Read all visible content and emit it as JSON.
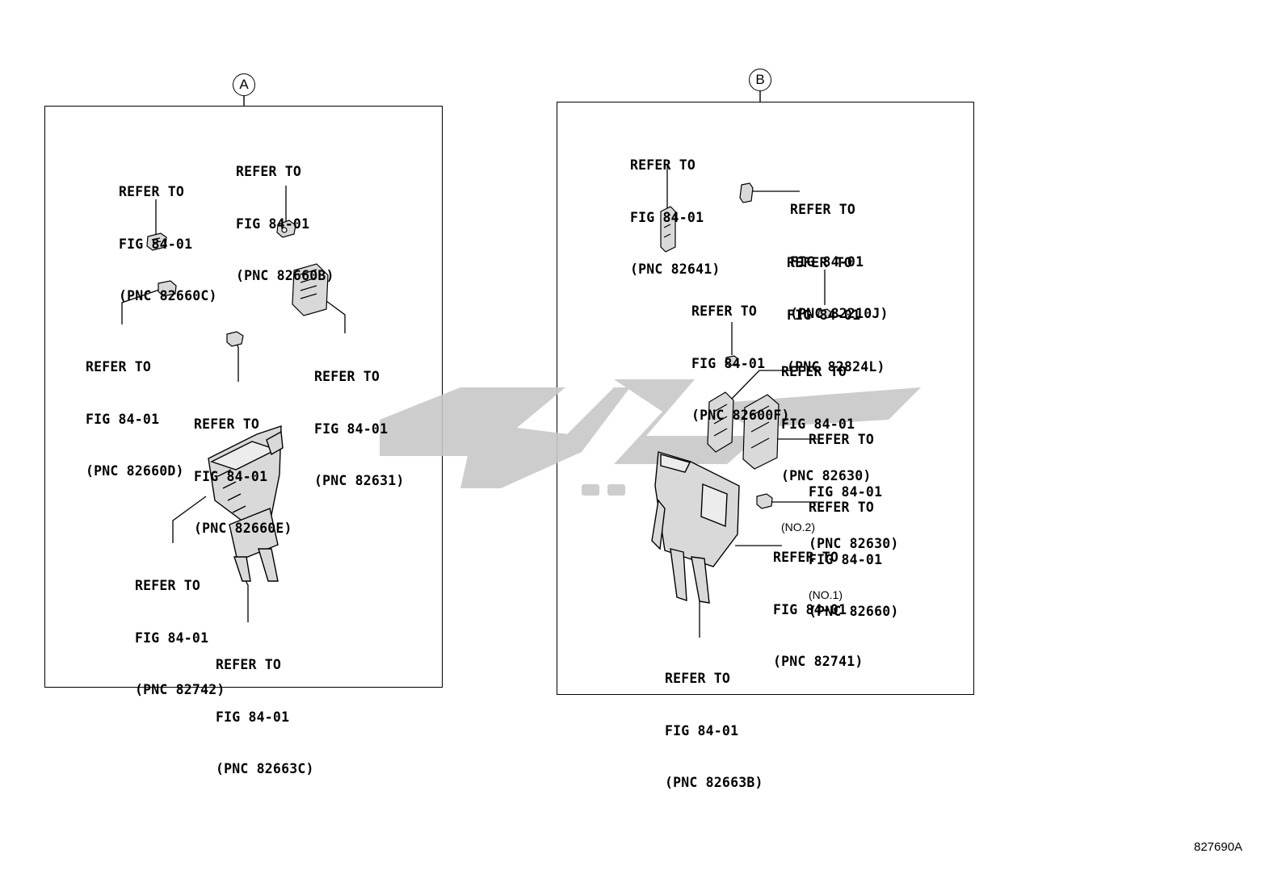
{
  "panels": [
    {
      "id": "A",
      "label": "A"
    },
    {
      "id": "B",
      "label": "B"
    }
  ],
  "callouts": {
    "a_82660c": [
      "REFER TO",
      "FIG 84-01",
      "(PNC 82660C)"
    ],
    "a_82660b": [
      "REFER TO",
      "FIG 84-01",
      "(PNC 82660B)"
    ],
    "a_82660d": [
      "REFER TO",
      "FIG 84-01",
      "(PNC 82660D)"
    ],
    "a_82631": [
      "REFER TO",
      "FIG 84-01",
      "(PNC 82631)"
    ],
    "a_82660e": [
      "REFER TO",
      "FIG 84-01",
      "(PNC 82660E)"
    ],
    "a_82742": [
      "REFER TO",
      "FIG 84-01",
      "(PNC 82742)"
    ],
    "a_82663c": [
      "REFER TO",
      "FIG 84-01",
      "(PNC 82663C)"
    ],
    "b_82641": [
      "REFER TO",
      "FIG 84-01",
      "(PNC 82641)"
    ],
    "b_82210j": [
      "REFER TO",
      "FIG 84-01",
      "(PNC 82210J)"
    ],
    "b_82824l": [
      "REFER TO",
      "FIG 84-01",
      "(PNC 82824L)"
    ],
    "b_82600f": [
      "REFER TO",
      "FIG 84-01",
      "(PNC 82600F)"
    ],
    "b_82630_no2": [
      "REFER TO",
      "FIG 84-01",
      "(PNC 82630)"
    ],
    "b_82630_no1": [
      "REFER TO",
      "FIG 84-01",
      "(PNC 82630)"
    ],
    "b_82660": [
      "REFER TO",
      "FIG 84-01",
      "(PNC 82660)"
    ],
    "b_82741": [
      "REFER TO",
      "FIG 84-01",
      "(PNC 82741)"
    ],
    "b_82663b": [
      "REFER TO",
      "FIG 84-01",
      "(PNC 82663B)"
    ]
  },
  "notes": {
    "no2": "(NO.2)",
    "no1": "(NO.1)"
  },
  "figure_code": "827690A",
  "colors": {
    "line": "#000000",
    "watermark": "#c8c8c8",
    "part_fill": "#d9d9d9"
  }
}
